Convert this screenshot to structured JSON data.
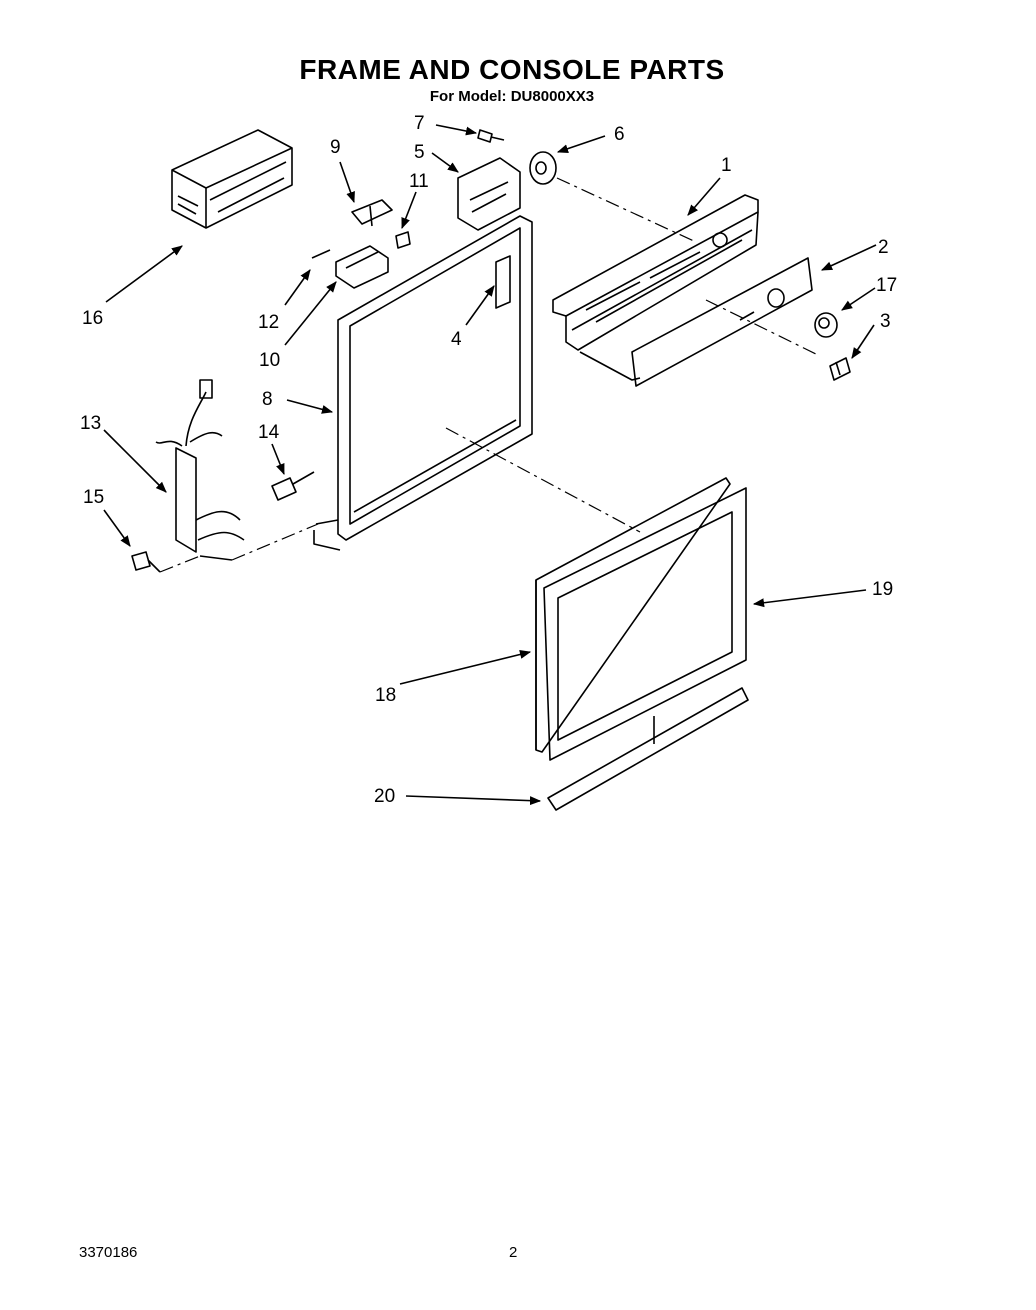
{
  "page": {
    "title": "FRAME AND CONSOLE PARTS",
    "subtitle": "For Model: DU8000XX3",
    "document_number": "3370186",
    "page_number": "2"
  },
  "callouts": [
    {
      "id": "c1",
      "label": "1"
    },
    {
      "id": "c2",
      "label": "2"
    },
    {
      "id": "c3",
      "label": "3"
    },
    {
      "id": "c4",
      "label": "4"
    },
    {
      "id": "c5",
      "label": "5"
    },
    {
      "id": "c6",
      "label": "6"
    },
    {
      "id": "c7",
      "label": "7"
    },
    {
      "id": "c8",
      "label": "8"
    },
    {
      "id": "c9",
      "label": "9"
    },
    {
      "id": "c10",
      "label": "10"
    },
    {
      "id": "c11",
      "label": "11"
    },
    {
      "id": "c12",
      "label": "12"
    },
    {
      "id": "c13",
      "label": "13"
    },
    {
      "id": "c14",
      "label": "14"
    },
    {
      "id": "c15",
      "label": "15"
    },
    {
      "id": "c16",
      "label": "16"
    },
    {
      "id": "c17",
      "label": "17"
    },
    {
      "id": "c18",
      "label": "18"
    },
    {
      "id": "c19",
      "label": "19"
    },
    {
      "id": "c20",
      "label": "20"
    }
  ]
}
